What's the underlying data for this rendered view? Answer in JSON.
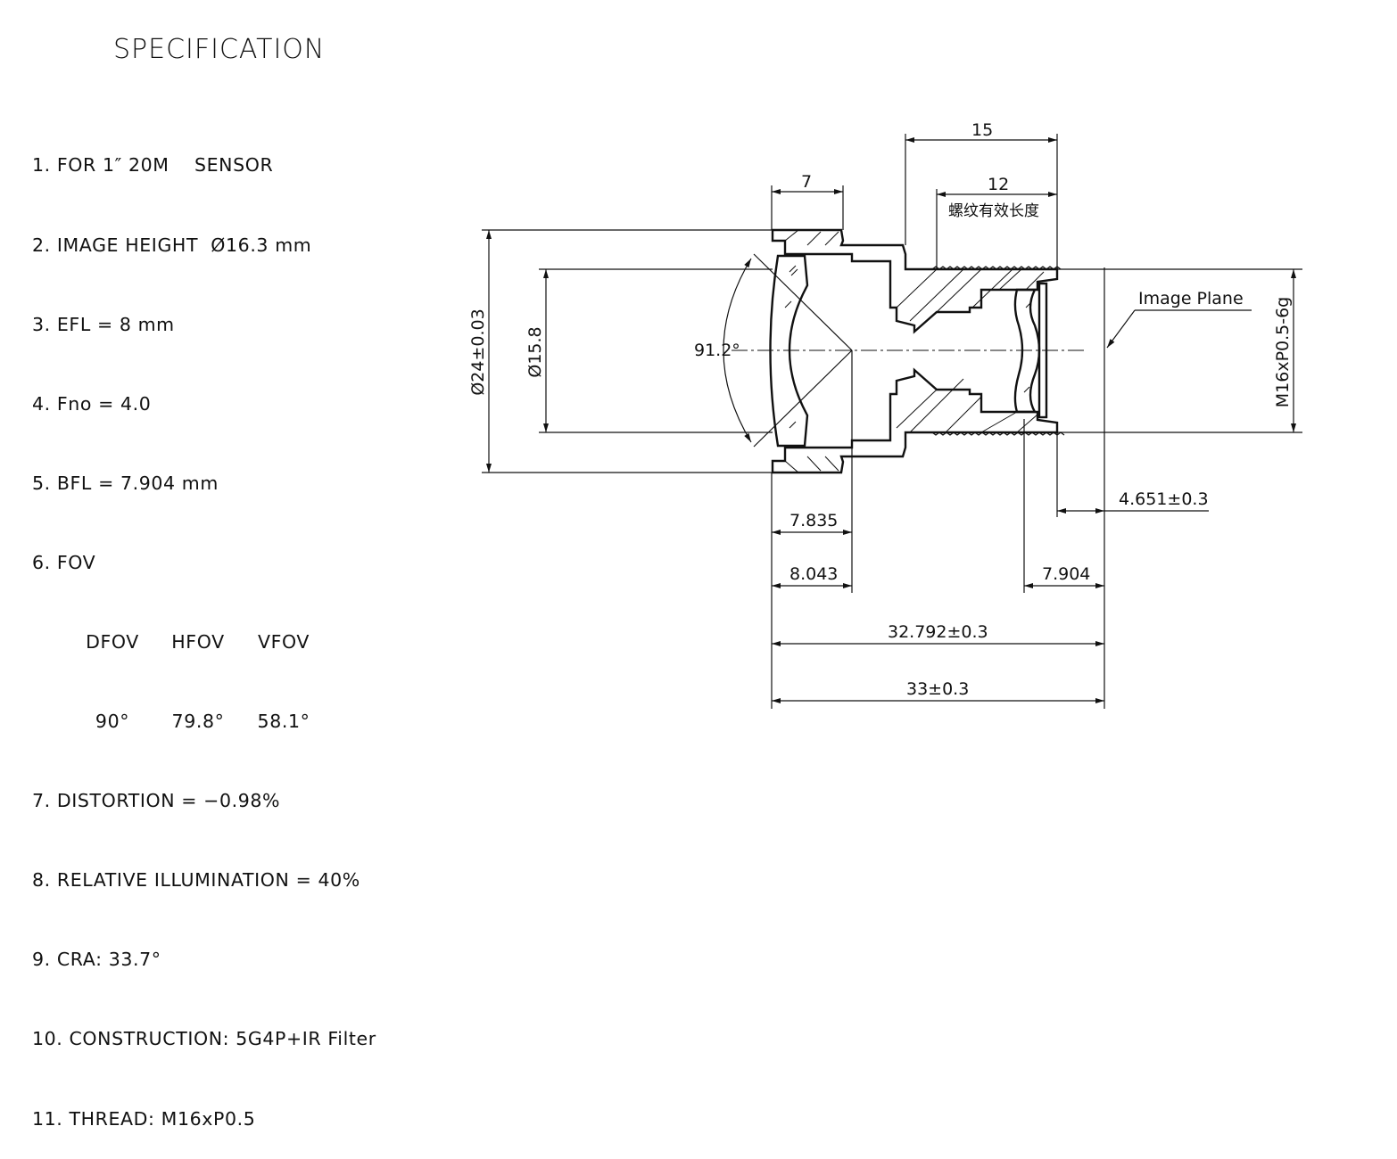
{
  "title": "SPECIFICATION",
  "spec": {
    "items": [
      "1. FOR 1″ 20M    SENSOR",
      "2. IMAGE HEIGHT  Ø16.3 mm",
      "3. EFL = 8 mm",
      "4. Fno = 4.0",
      "5. BFL = 7.904 mm",
      "6. FOV"
    ],
    "fov_headers": [
      "DFOV",
      "HFOV",
      "VFOV"
    ],
    "fov_values": [
      "90°",
      "79.8°",
      "58.1°"
    ],
    "items2": [
      "7. DISTORTION = −0.98%",
      "8. RELATIVE ILLUMINATION = 40%",
      "9. CRA: 33.7°",
      "10. CONSTRUCTION: 5G4P+IR Filter",
      "11. THREAD: M16xP0.5"
    ]
  },
  "drawing": {
    "dim_15": "15",
    "dim_7": "7",
    "dim_12": "12",
    "thread_length_note": "螺纹有效长度",
    "dia_24": "Ø24±0.03",
    "dia_15_8": "Ø15.8",
    "angle": "91.2°",
    "image_plane": "Image Plane",
    "thread_spec": "M16xP0.5-6g",
    "dim_4_651": "4.651±0.3",
    "dim_7_835": "7.835",
    "dim_8_043": "8.043",
    "dim_7_904": "7.904",
    "dim_32_792": "32.792±0.3",
    "dim_33": "33±0.3"
  }
}
